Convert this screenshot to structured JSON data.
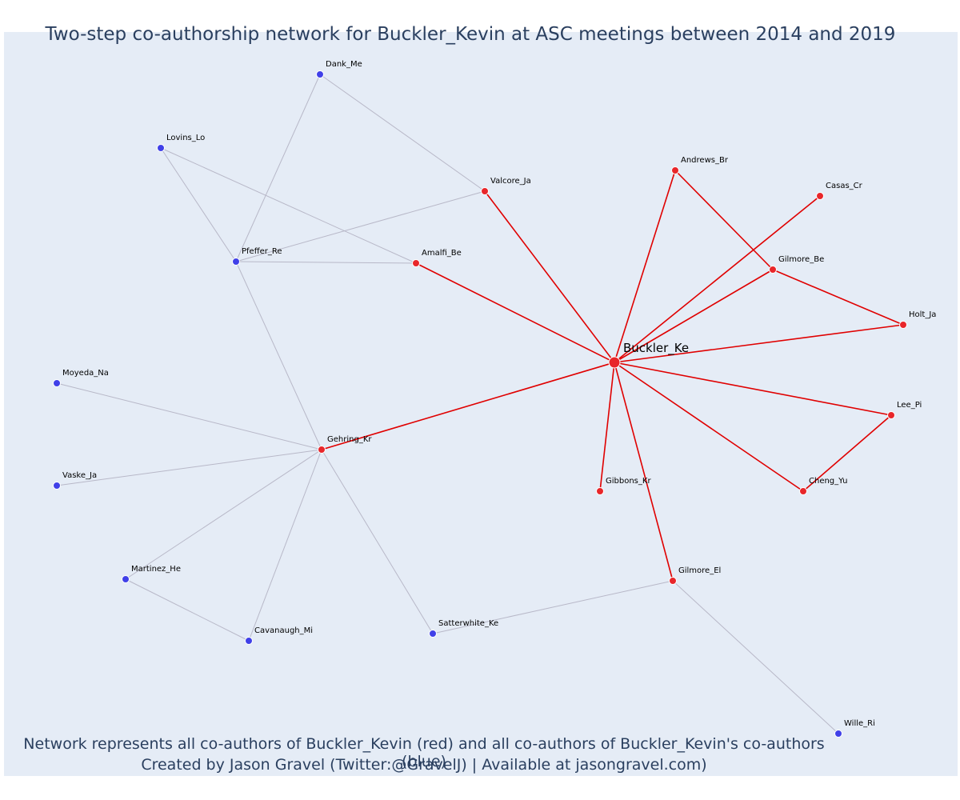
{
  "title": "Two-step co-authorship network for Buckler_Kevin at ASC meetings between 2014 and 2019",
  "footer": {
    "line1": "Network represents all co-authors of Buckler_Kevin (red) and all co-authors of Buckler_Kevin's co-authors (blue)",
    "line2": "Created by Jason Gravel (Twitter:@GravelJ) | Available at jasongravel.com)"
  },
  "colors": {
    "center": "#e8262a",
    "first_degree": "#e8262a",
    "second_degree": "#4040e8",
    "red_edge": "#e00000",
    "gray_edge": "#b8b8c8"
  },
  "nodes": [
    {
      "id": "Buckler_Ke",
      "group": "center"
    },
    {
      "id": "Dank_Me",
      "group": "second"
    },
    {
      "id": "Lovins_Lo",
      "group": "second"
    },
    {
      "id": "Valcore_Ja",
      "group": "first"
    },
    {
      "id": "Andrews_Br",
      "group": "first"
    },
    {
      "id": "Casas_Cr",
      "group": "first"
    },
    {
      "id": "Pfeffer_Re",
      "group": "second"
    },
    {
      "id": "Amalfi_Be",
      "group": "first"
    },
    {
      "id": "Gilmore_Be",
      "group": "first"
    },
    {
      "id": "Holt_Ja",
      "group": "first"
    },
    {
      "id": "Moyeda_Na",
      "group": "second"
    },
    {
      "id": "Lee_Pi",
      "group": "first"
    },
    {
      "id": "Gehring_Kr",
      "group": "first"
    },
    {
      "id": "Vaske_Ja",
      "group": "second"
    },
    {
      "id": "Gibbons_Kr",
      "group": "first"
    },
    {
      "id": "Cheng_Yu",
      "group": "first"
    },
    {
      "id": "Martinez_He",
      "group": "second"
    },
    {
      "id": "Gilmore_El",
      "group": "first"
    },
    {
      "id": "Satterwhite_Ke",
      "group": "second"
    },
    {
      "id": "Cavanaugh_Mi",
      "group": "second"
    },
    {
      "id": "Wille_Ri",
      "group": "second"
    }
  ],
  "edges": [
    [
      "Buckler_Ke",
      "Valcore_Ja"
    ],
    [
      "Buckler_Ke",
      "Andrews_Br"
    ],
    [
      "Buckler_Ke",
      "Casas_Cr"
    ],
    [
      "Buckler_Ke",
      "Amalfi_Be"
    ],
    [
      "Buckler_Ke",
      "Gilmore_Be"
    ],
    [
      "Buckler_Ke",
      "Holt_Ja"
    ],
    [
      "Buckler_Ke",
      "Lee_Pi"
    ],
    [
      "Buckler_Ke",
      "Gehring_Kr"
    ],
    [
      "Buckler_Ke",
      "Gibbons_Kr"
    ],
    [
      "Buckler_Ke",
      "Cheng_Yu"
    ],
    [
      "Buckler_Ke",
      "Gilmore_El"
    ],
    [
      "Andrews_Br",
      "Gilmore_Be"
    ],
    [
      "Gilmore_Be",
      "Holt_Ja"
    ],
    [
      "Lee_Pi",
      "Cheng_Yu"
    ],
    [
      "Dank_Me",
      "Valcore_Ja"
    ],
    [
      "Dank_Me",
      "Pfeffer_Re"
    ],
    [
      "Lovins_Lo",
      "Pfeffer_Re"
    ],
    [
      "Lovins_Lo",
      "Amalfi_Be"
    ],
    [
      "Pfeffer_Re",
      "Valcore_Ja"
    ],
    [
      "Pfeffer_Re",
      "Amalfi_Be"
    ],
    [
      "Pfeffer_Re",
      "Gehring_Kr"
    ],
    [
      "Moyeda_Na",
      "Gehring_Kr"
    ],
    [
      "Vaske_Ja",
      "Gehring_Kr"
    ],
    [
      "Martinez_He",
      "Gehring_Kr"
    ],
    [
      "Cavanaugh_Mi",
      "Gehring_Kr"
    ],
    [
      "Satterwhite_Ke",
      "Gehring_Kr"
    ],
    [
      "Martinez_He",
      "Cavanaugh_Mi"
    ],
    [
      "Satterwhite_Ke",
      "Gilmore_El"
    ],
    [
      "Gilmore_El",
      "Wille_Ri"
    ]
  ]
}
